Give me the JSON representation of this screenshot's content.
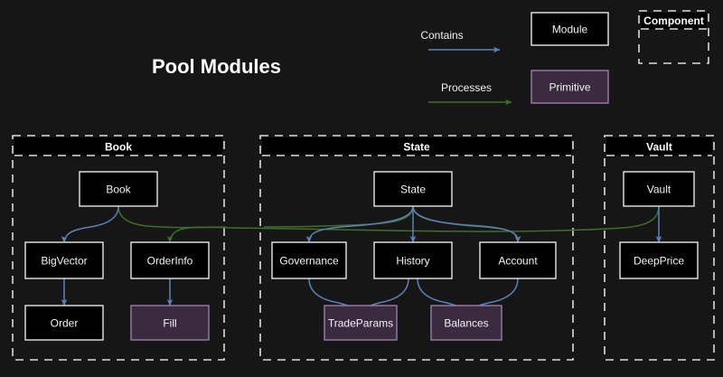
{
  "page": {
    "title": "Pool Modules",
    "background_color": "#161616"
  },
  "colors": {
    "contains_edge": "#5b82b8",
    "processes_edge": "#3f6e2c",
    "module_fill": "#000000",
    "module_stroke": "#e8e8e8",
    "primitive_fill": "#3b2b40",
    "primitive_stroke": "#9c7eab",
    "section_stroke": "#dcdcdc",
    "text": "#f2f2f2"
  },
  "legend": {
    "edges": [
      {
        "label": "Contains",
        "color": "#5b82b8"
      },
      {
        "label": "Processes",
        "color": "#3f6e2c"
      }
    ],
    "shapes": [
      {
        "label": "Module",
        "kind": "module"
      },
      {
        "label": "Primitive",
        "kind": "primitive"
      }
    ],
    "component": {
      "label": "Component",
      "kind": "component"
    }
  },
  "sections": [
    {
      "id": "book",
      "label": "Book"
    },
    {
      "id": "state",
      "label": "State"
    },
    {
      "id": "vault",
      "label": "Vault"
    }
  ],
  "nodes": {
    "book": {
      "label": "Book",
      "kind": "module",
      "section": "book"
    },
    "bigvector": {
      "label": "BigVector",
      "kind": "module",
      "section": "book"
    },
    "orderinfo": {
      "label": "OrderInfo",
      "kind": "module",
      "section": "book"
    },
    "order": {
      "label": "Order",
      "kind": "module",
      "section": "book"
    },
    "fill": {
      "label": "Fill",
      "kind": "primitive",
      "section": "book"
    },
    "state": {
      "label": "State",
      "kind": "module",
      "section": "state"
    },
    "governance": {
      "label": "Governance",
      "kind": "module",
      "section": "state"
    },
    "history": {
      "label": "History",
      "kind": "module",
      "section": "state"
    },
    "account": {
      "label": "Account",
      "kind": "module",
      "section": "state"
    },
    "tradeparams": {
      "label": "TradeParams",
      "kind": "primitive",
      "section": "state"
    },
    "balances": {
      "label": "Balances",
      "kind": "primitive",
      "section": "state"
    },
    "vault": {
      "label": "Vault",
      "kind": "module",
      "section": "vault"
    },
    "deepprice": {
      "label": "DeepPrice",
      "kind": "module",
      "section": "vault"
    }
  },
  "edges": [
    {
      "from": "book",
      "to": "bigvector",
      "type": "contains"
    },
    {
      "from": "bigvector",
      "to": "order",
      "type": "contains"
    },
    {
      "from": "orderinfo",
      "to": "fill",
      "type": "contains"
    },
    {
      "from": "state",
      "to": "governance",
      "type": "contains"
    },
    {
      "from": "state",
      "to": "history",
      "type": "contains"
    },
    {
      "from": "state",
      "to": "account",
      "type": "contains"
    },
    {
      "from": "governance",
      "to": "tradeparams",
      "type": "contains"
    },
    {
      "from": "history",
      "to": "tradeparams",
      "type": "contains"
    },
    {
      "from": "history",
      "to": "balances",
      "type": "contains"
    },
    {
      "from": "account",
      "to": "balances",
      "type": "contains"
    },
    {
      "from": "vault",
      "to": "deepprice",
      "type": "contains"
    },
    {
      "from": "book",
      "to": "orderinfo",
      "type": "processes"
    },
    {
      "from": "state",
      "to": "account",
      "type": "processes"
    },
    {
      "from": "vault",
      "to": "orderinfo",
      "type": "processes"
    }
  ]
}
